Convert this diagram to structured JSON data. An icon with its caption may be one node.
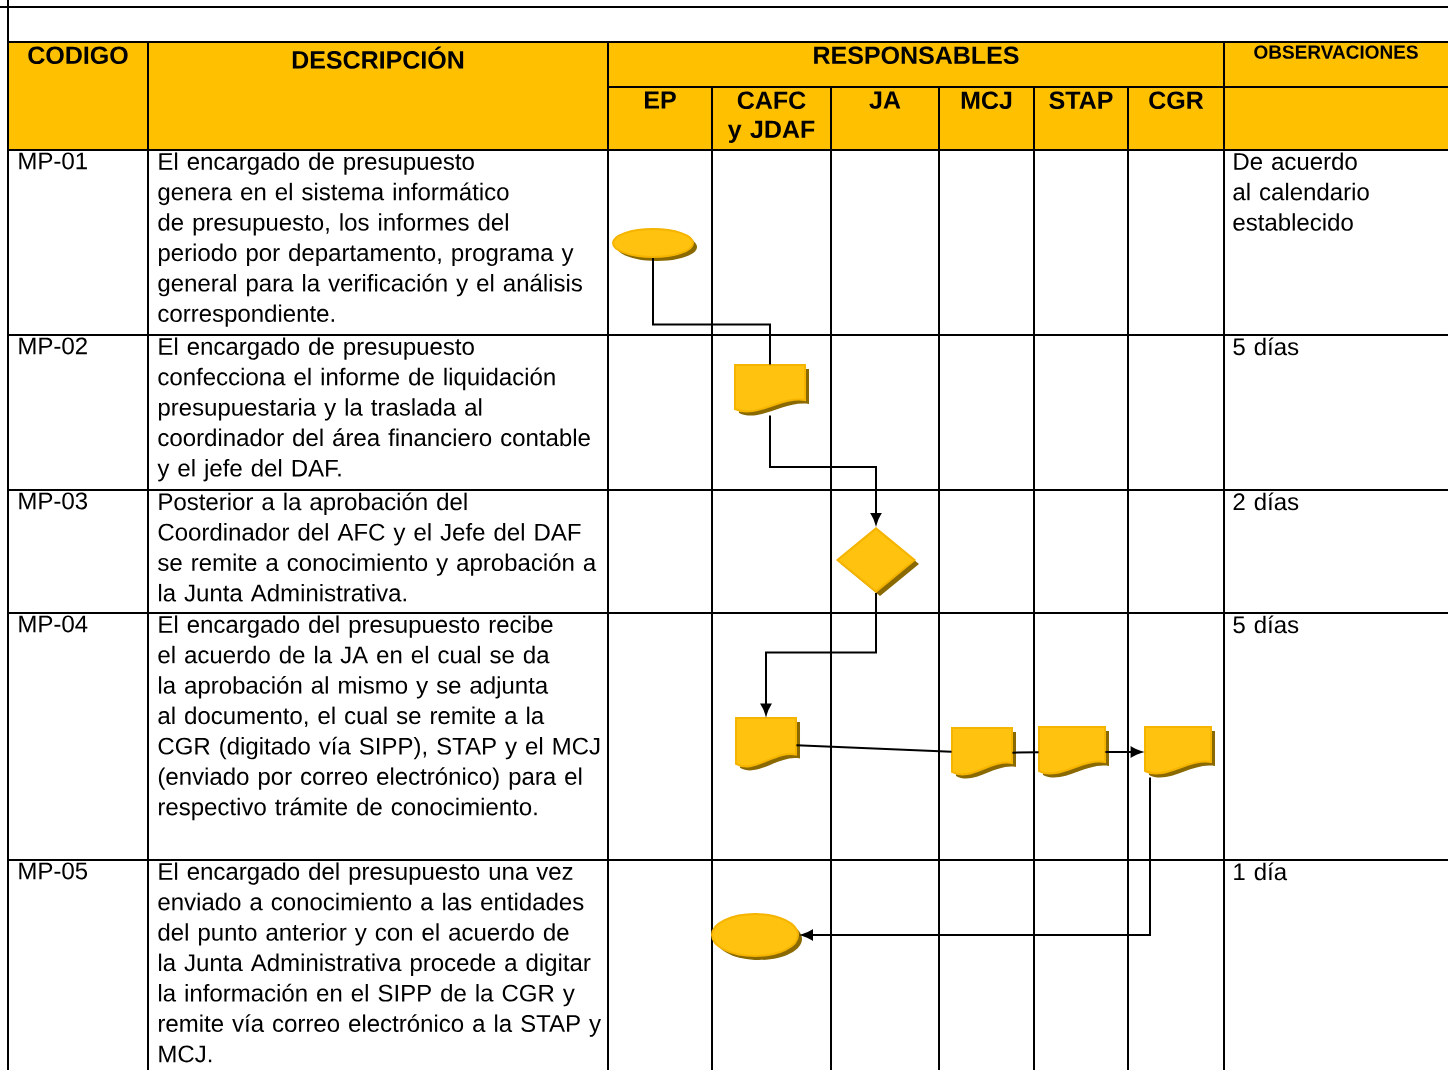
{
  "diagram": {
    "nodes": [
      {
        "text": [],
        "shape": "ellipse"
      },
      {
        "text": [],
        "shape": "document"
      },
      {
        "text": [],
        "shape": "diamond"
      },
      {
        "text": [],
        "shape": "document"
      },
      {
        "text": [],
        "shape": "document"
      },
      {
        "text": [],
        "shape": "document"
      },
      {
        "text": [],
        "shape": "document"
      },
      {
        "text": [],
        "shape": "ellipse"
      }
    ],
    "edges": [
      {
        "from": 0,
        "to": 1,
        "arrow": "none"
      },
      {
        "from": 1,
        "to": 2,
        "arrow": "to"
      },
      {
        "from": 2,
        "to": 3,
        "arrow": "to"
      },
      {
        "from": 3,
        "to": 4,
        "arrow": "none"
      },
      {
        "from": 4,
        "to": 5,
        "arrow": "none"
      },
      {
        "from": 5,
        "to": 6,
        "arrow": "to"
      },
      {
        "from": 6,
        "to": 7,
        "arrow": "to"
      }
    ],
    "labels": [
      "CODIGO",
      "DESCRIPCIÓN",
      "RESPONSABLES",
      "OBSERVACIONES",
      "EP",
      "CAFC y JDAF",
      "JA",
      "MCJ",
      "STAP",
      "CGR",
      "MP-01",
      "El encargado de presupuesto genera en el sistema informático de presupuesto, los informes del periodo por departamento, programa y general para la verificación y el análisis correspondiente.",
      "De acuerdo al calendario establecido",
      "MP-02",
      "El encargado de presupuesto confecciona el informe de liquidación presupuestaria y la traslada al coordinador del área financiero contable y el jefe del DAF.",
      "5 días",
      "MP-03",
      "Posterior a la aprobación del Coordinador del AFC y el Jefe del DAF se remite a conocimiento y aprobación a la Junta Administrativa.",
      "2 días",
      "MP-04",
      "El encargado del presupuesto recibe el acuerdo de la JA en el cual se da la aprobación al mismo y se adjunta al documento, el cual se remite a la CGR (digitado vía SIPP), STAP y el MCJ (enviado por correo electrónico) para el respectivo trámite de conocimiento.",
      "5 días",
      "MP-05",
      "El encargado del presupuesto una vez enviado a conocimiento a las entidades del punto anterior y con el acuerdo de la Junta Administrativa procede a digitar la información en el SIPP de la CGR y remite vía correo electrónico a la STAP y MCJ.",
      "1 día"
    ]
  }
}
